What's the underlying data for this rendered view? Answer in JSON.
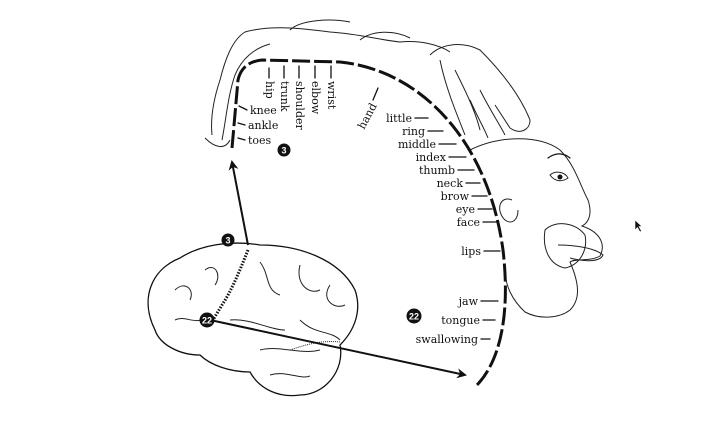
{
  "title": "Motor homunculus",
  "labels": {
    "toes": "toes",
    "ankle": "ankle",
    "knee": "knee",
    "hip": "hip",
    "trunk": "trunk",
    "shoulder": "shoulder",
    "elbow": "elbow",
    "wrist": "wrist",
    "hand": "hand",
    "little": "little",
    "ring": "ring",
    "middle": "middle",
    "index": "index",
    "thumb": "thumb",
    "neck": "neck",
    "brow": "brow",
    "eye": "eye",
    "face": "face",
    "lips": "lips",
    "jaw": "jaw",
    "tongue": "tongue",
    "swallowing": "swallowing"
  },
  "badges": {
    "top": "3",
    "bottom": "22"
  },
  "colors": {
    "ink": "#111111",
    "badge": "#111111",
    "background": "#ffffff"
  }
}
